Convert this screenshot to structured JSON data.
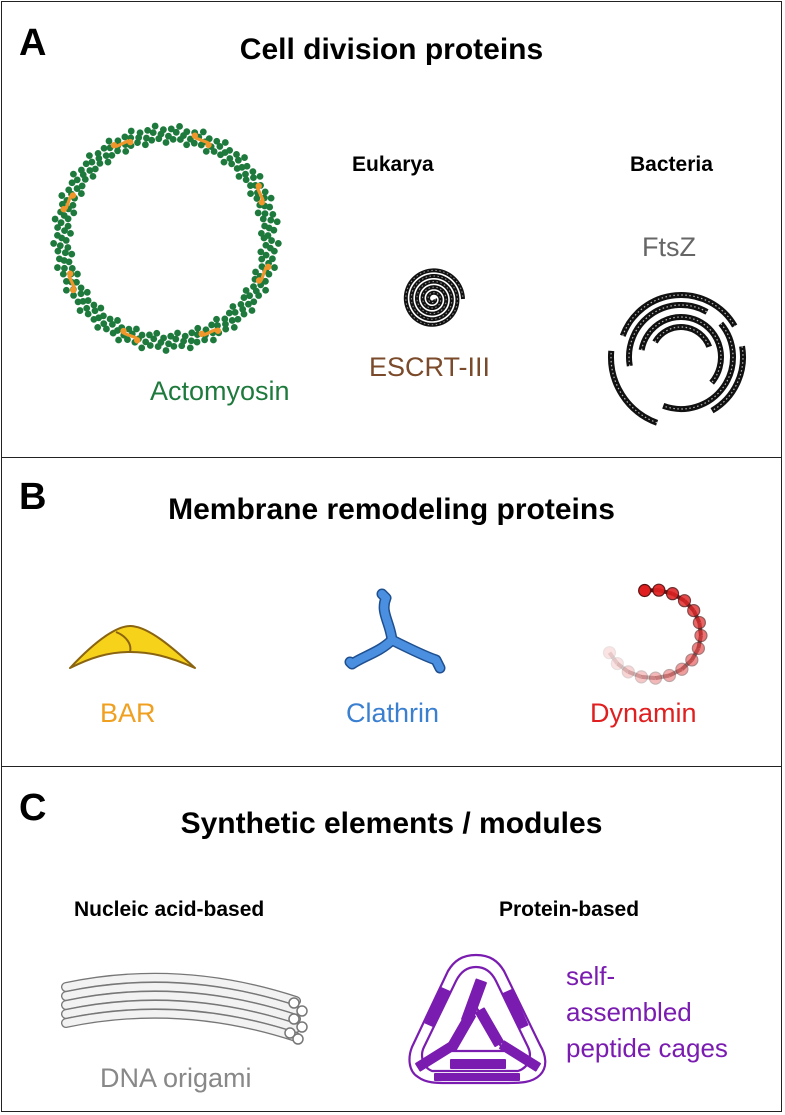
{
  "panels": {
    "a": {
      "letter": "A",
      "title": "Cell division proteins",
      "eukarya": "Eukarya",
      "bacteria": "Bacteria",
      "actomyosin": "Actomyosin",
      "escrt": "ESCRT-III",
      "ftsz": "FtsZ"
    },
    "b": {
      "letter": "B",
      "title": "Membrane remodeling proteins",
      "bar": "BAR",
      "clathrin": "Clathrin",
      "dynamin": "Dynamin"
    },
    "c": {
      "letter": "C",
      "title": "Synthetic elements / modules",
      "nucleic": "Nucleic acid-based",
      "protein": "Protein-based",
      "dna": "DNA origami",
      "cages_line1": "self-",
      "cages_line2": "assembled",
      "cages_line3": "peptide cages"
    }
  },
  "colors": {
    "actomyosin_green": "#1e7a3c",
    "myosin_orange": "#f0962a",
    "escrt_brown": "#7a4a2a",
    "ftsz_gray": "#666666",
    "bar_orange": "#f0a020",
    "bar_yellow": "#f7d21a",
    "clathrin_blue": "#3b7fd0",
    "dynamin_red": "#e02020",
    "dna_gray": "#888888",
    "cage_purple": "#7a1cb0"
  }
}
